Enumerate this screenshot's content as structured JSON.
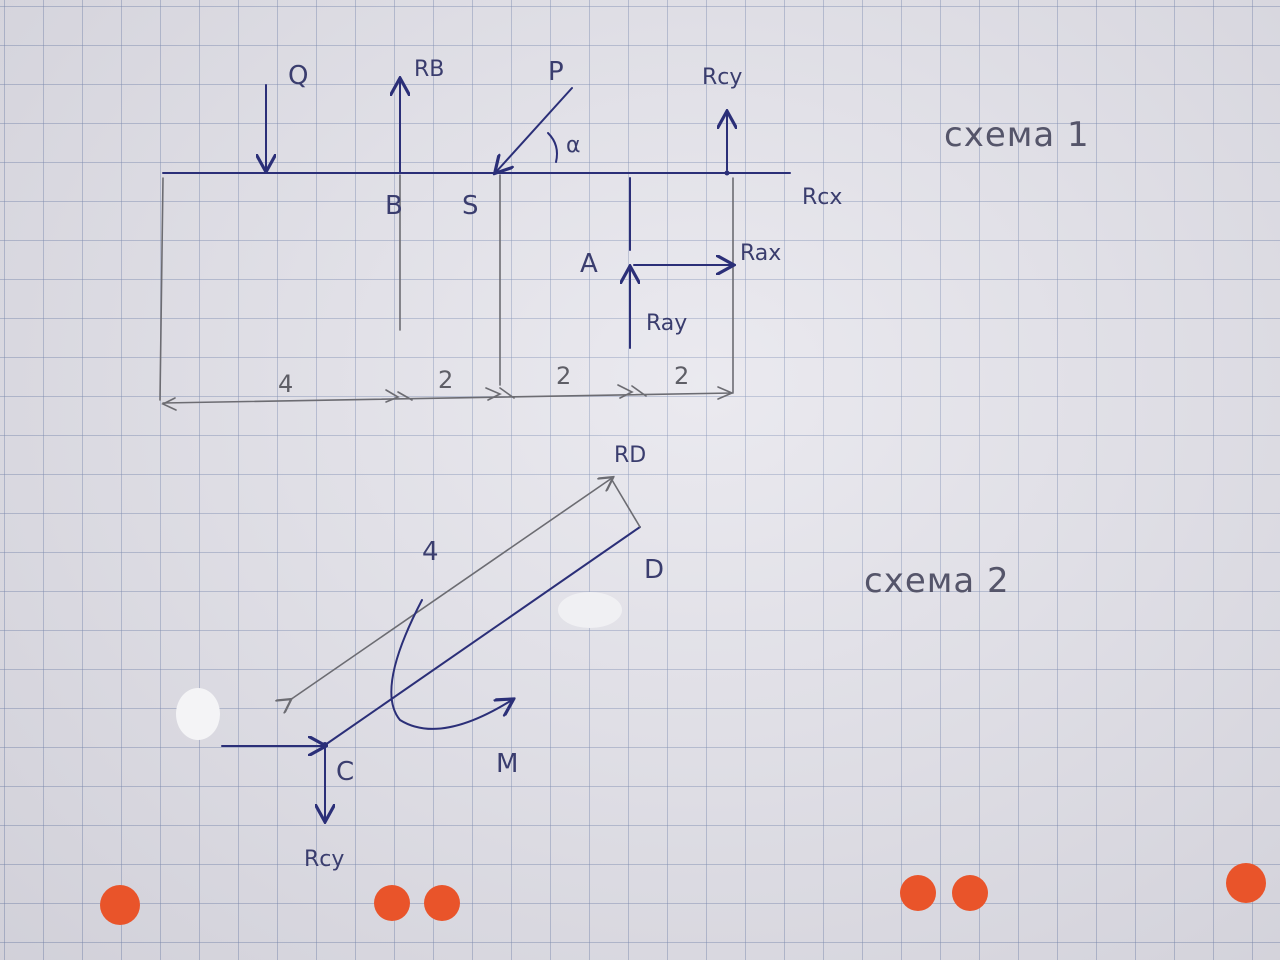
{
  "scheme1": {
    "title": "схема 1",
    "forces": {
      "Q": "Q",
      "RB": "RB",
      "P": "P",
      "alpha": "α",
      "Rcy": "Rcy",
      "Rcx": "Rcx",
      "Rax": "Rax",
      "Ray": "Ray"
    },
    "points": {
      "B": "B",
      "S": "S",
      "A": "A"
    },
    "dimensions": [
      "4",
      "2",
      "2",
      "2"
    ]
  },
  "scheme2": {
    "title": "схема 2",
    "labels": {
      "RD": "RD",
      "D": "D",
      "C": "C",
      "M": "M",
      "Rcy": "Rcy",
      "length": "4"
    }
  },
  "colors": {
    "pen": "#2b2f78",
    "pencil": "#6c6c72",
    "paper": "#e6e5ec",
    "grid": "#7887af",
    "binder_dot": "#e9542a"
  }
}
